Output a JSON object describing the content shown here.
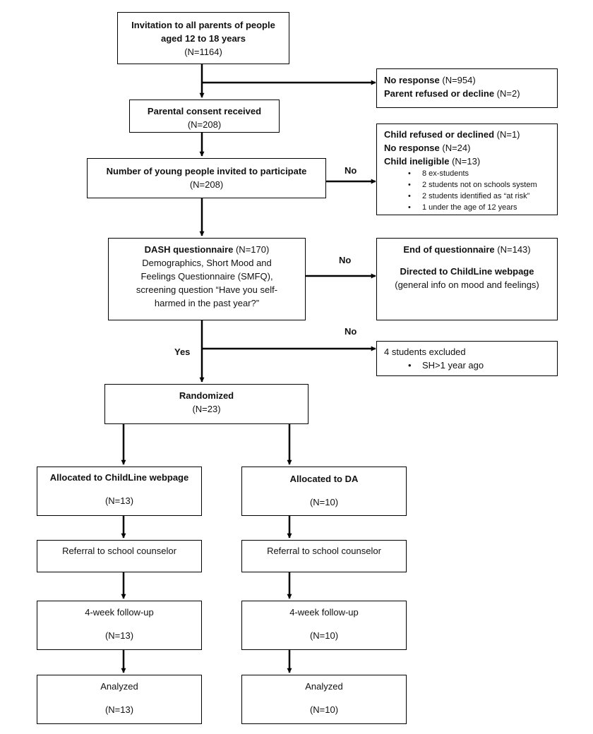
{
  "nodes": {
    "invitation": {
      "line1": "Invitation to all parents of people",
      "line2": "aged 12 to 18 years",
      "count": "(N=1164)"
    },
    "no_response_1": {
      "line1_bold": "No response",
      "line1_count": " (N=954)",
      "line2_bold": "Parent refused or decline",
      "line2_count": " (N=2)"
    },
    "parental_consent": {
      "title": "Parental consent received",
      "count": "(N=208)"
    },
    "invited": {
      "title": "Number of young people invited to participate",
      "count": "(N=208)"
    },
    "child_refused": {
      "line1_bold": "Child refused or declined",
      "line1_count": " (N=1)",
      "line2_bold": "No response",
      "line2_count": " (N=24)",
      "line3_bold": "Child ineligible",
      "line3_count": " (N=13)",
      "bullets": [
        "8 ex-students",
        "2 students not on schools system",
        "2 students identified as “at risk”",
        "1 under the age of 12 years"
      ]
    },
    "dash": {
      "title": "DASH questionnaire",
      "title_count": " (N=170)",
      "lines": [
        "Demographics, Short Mood and",
        "Feelings Questionnaire (SMFQ),",
        "screening question “Have you self-",
        "harmed in the past year?”"
      ]
    },
    "end_questionnaire": {
      "title": "End of questionnaire",
      "title_count": " (N=143)",
      "line2": "Directed to ChildLine webpage",
      "line3": "(general info on mood and feelings)"
    },
    "excluded": {
      "title": "4 students excluded",
      "bullet": "SH>1 year ago"
    },
    "randomized": {
      "title": "Randomized",
      "count": "(N=23)"
    },
    "alloc_childline": {
      "title": "Allocated to ChildLine webpage",
      "count": "(N=13)"
    },
    "alloc_da": {
      "title": "Allocated to DA",
      "count": "(N=10)"
    },
    "referral_left": {
      "title": "Referral to school counselor"
    },
    "referral_right": {
      "title": "Referral to school counselor"
    },
    "followup_left": {
      "title": "4-week follow-up",
      "count": "(N=13)"
    },
    "followup_right": {
      "title": "4-week follow-up",
      "count": "(N=10)"
    },
    "analyzed_left": {
      "title": "Analyzed",
      "count": "(N=13)"
    },
    "analyzed_right": {
      "title": "Analyzed",
      "count": "(N=10)"
    }
  },
  "edge_labels": {
    "no_invited": "No",
    "no_dash": "No",
    "no_exclusion": "No",
    "yes": "Yes"
  }
}
